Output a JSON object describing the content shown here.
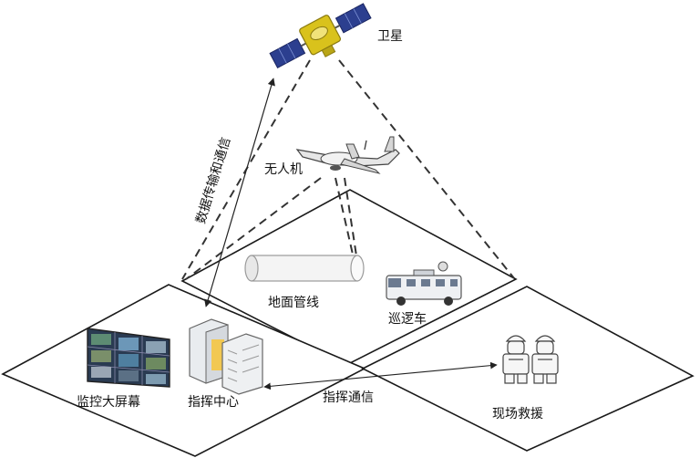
{
  "labels": {
    "satellite": "卫星",
    "uav": "无人机",
    "data_link": "数据传输和通信",
    "pipeline": "地面管线",
    "patrol_car": "巡逻车",
    "video_wall": "监控大屏幕",
    "command_center": "指挥中心",
    "command_comm": "指挥通信",
    "rescue": "现场救援"
  },
  "colors": {
    "outline": "#1a1a1a",
    "panel_fill": "#ffffff",
    "dashed": "#333333",
    "satellite_body": "#d9c21c",
    "satellite_panel": "#2c3f8f",
    "building_highlight": "#f5c542"
  },
  "icons": [
    "satellite-icon",
    "uav-icon",
    "pipe-icon",
    "patrol-van-icon",
    "video-wall-icon",
    "command-building-icon",
    "rescue-worker-icon"
  ]
}
